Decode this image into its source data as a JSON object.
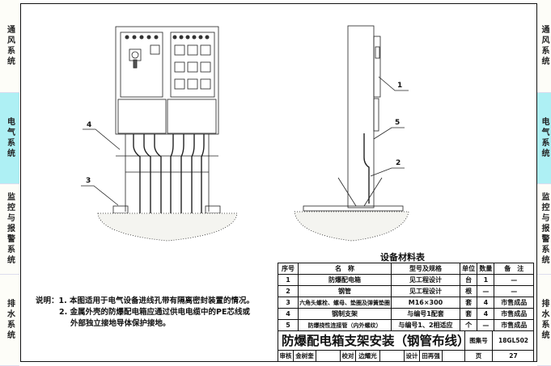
{
  "side_tabs": [
    {
      "label": "通风系统",
      "active": false
    },
    {
      "label": "电气系统",
      "active": true
    },
    {
      "label": "监控与报警系统",
      "active": false
    },
    {
      "label": "排水系统",
      "active": false
    }
  ],
  "callouts": {
    "front": [
      "4",
      "3"
    ],
    "side": [
      "1",
      "5",
      "2"
    ]
  },
  "notes": {
    "prefix": "说明：",
    "lines": [
      "1. 本图适用于电气设备进线孔带有隔离密封装置的情况。",
      "2. 金属外壳的防爆配电箱应通过供电电缆中的PE芯线或",
      "外部独立接地导体保护接地。"
    ]
  },
  "material_table": {
    "title": "设备材料表",
    "headers": [
      "序号",
      "名　称",
      "型号及规格",
      "单位",
      "数量",
      "备　注"
    ],
    "rows": [
      [
        "1",
        "防爆配电箱",
        "见工程设计",
        "台",
        "1",
        "—"
      ],
      [
        "2",
        "钢管",
        "见工程设计",
        "根",
        "—",
        "—"
      ],
      [
        "3",
        "六角头螺栓、螺母、垫圈及弹簧垫圈",
        "M16×300",
        "套",
        "4",
        "市售成品"
      ],
      [
        "4",
        "钢制支架",
        "与编号1配套",
        "套",
        "4",
        "市售成品"
      ],
      [
        "5",
        "防爆挠性连接管（内外螺纹）",
        "与编号1、2相适应",
        "个",
        "—",
        "市售成品"
      ]
    ]
  },
  "title_block": {
    "title": "防爆配电箱支架安装（钢管布线）",
    "atlas_label": "图集号",
    "atlas_no": "18GL502",
    "review_label": "审核",
    "reviewer": "金树奎",
    "check_label": "校对",
    "checker": "边耀光",
    "design_label": "设计",
    "designer": "田再强",
    "page_label": "页",
    "page_no": "27"
  }
}
